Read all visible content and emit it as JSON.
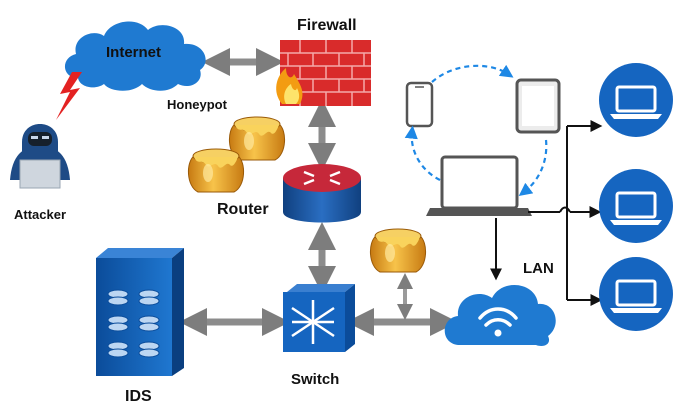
{
  "labels": {
    "internet": "Internet",
    "firewall": "Firewall",
    "honeypot": "Honeypot",
    "router": "Router",
    "attacker": "Attacker",
    "lan": "LAN",
    "switch": "Switch",
    "ids": "IDS"
  },
  "icons": [
    "cloud-icon",
    "firewall-brick-icon",
    "fire-icon",
    "honey-pot-icon",
    "router-icon",
    "hacker-icon",
    "laptop-icon",
    "smartphone-icon",
    "tablet-icon",
    "wifi-cloud-icon",
    "switch-icon",
    "server-rack-icon",
    "lightning-icon"
  ],
  "colors": {
    "network_blue": "#1565c0",
    "cloud_blue": "#1f7ad1",
    "firewall_red": "#d92b2b",
    "honey": "#f2b233",
    "arrow_gray": "#8c8c8c",
    "attack_red": "#e32222"
  }
}
